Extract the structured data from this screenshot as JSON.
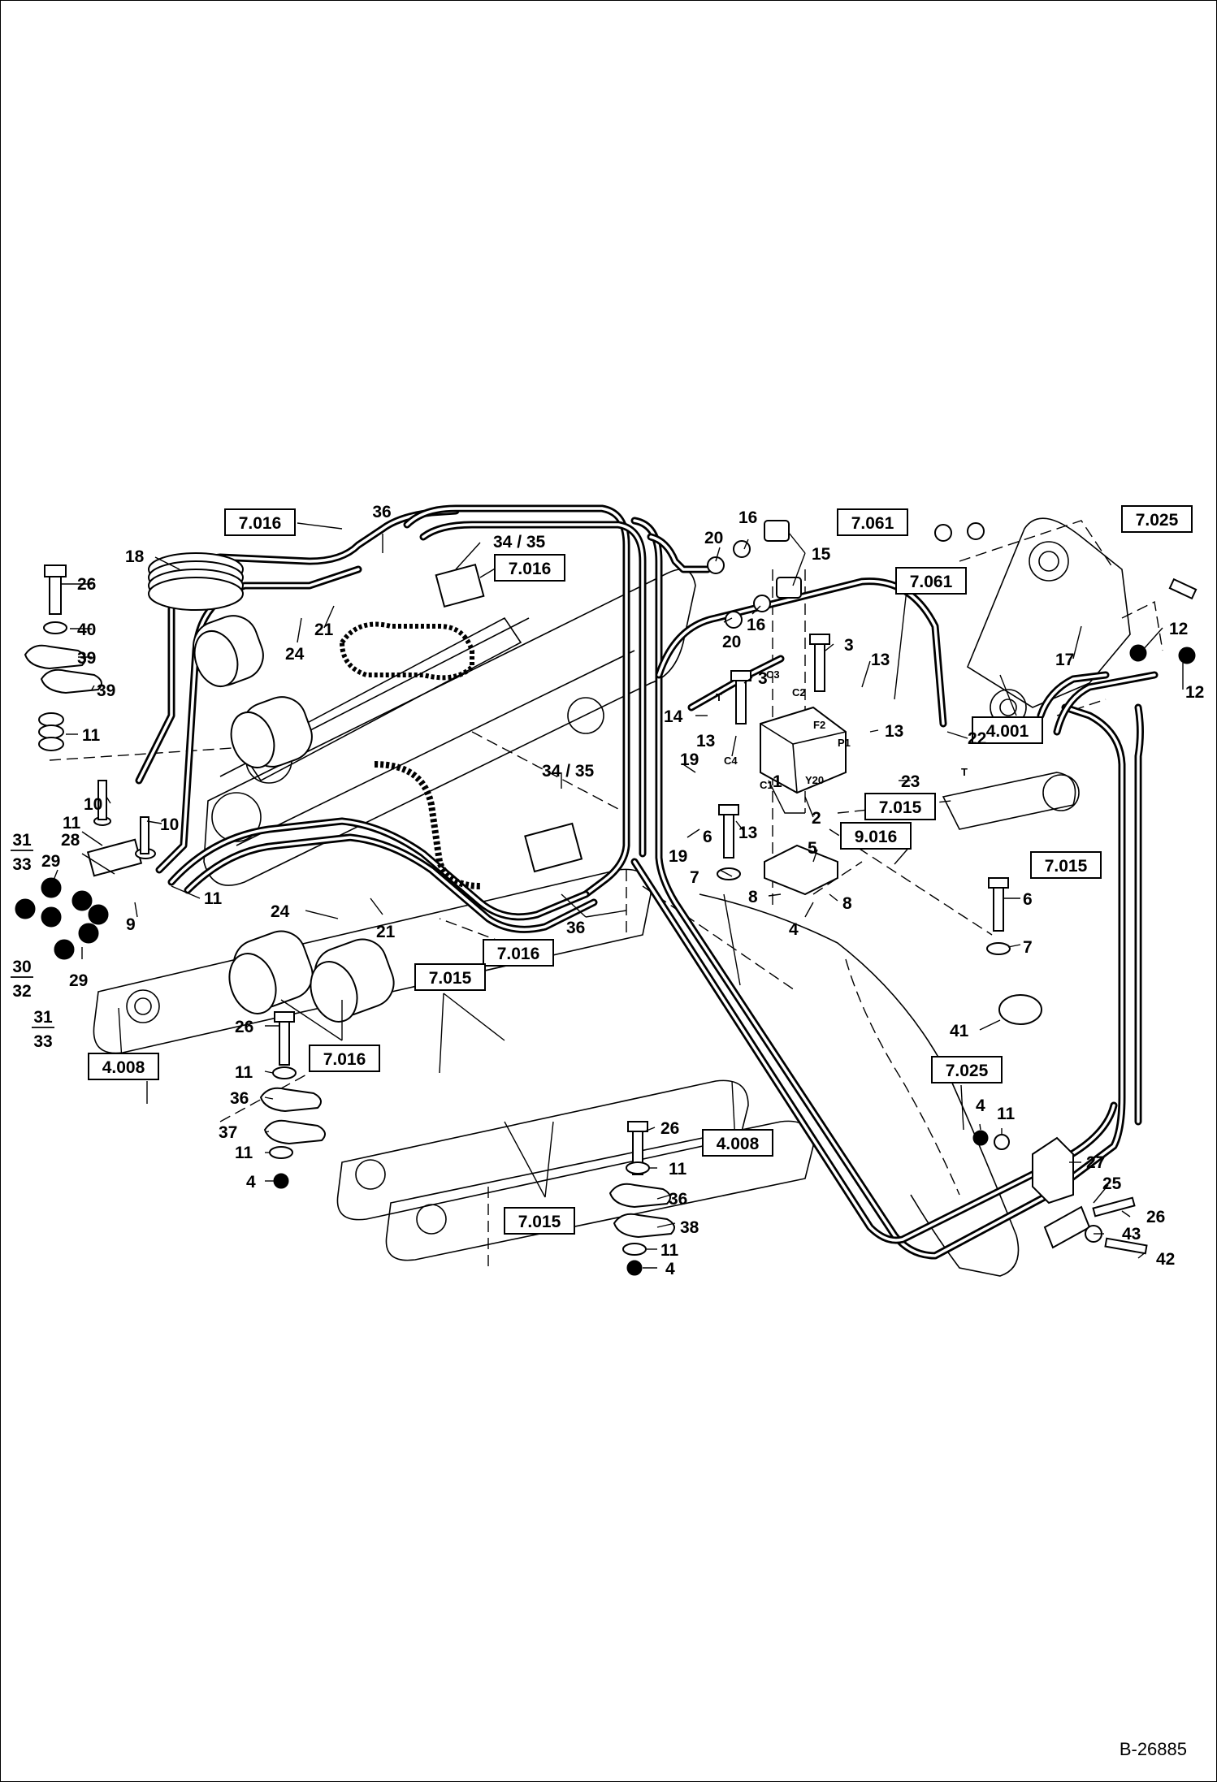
{
  "drawing_number": "B-26885",
  "reference_boxes": [
    {
      "id": "ref-7016-a",
      "label": "7.016"
    },
    {
      "id": "ref-7016-b",
      "label": "7.016"
    },
    {
      "id": "ref-7016-c",
      "label": "7.016"
    },
    {
      "id": "ref-7016-d",
      "label": "7.016"
    },
    {
      "id": "ref-7061-a",
      "label": "7.061"
    },
    {
      "id": "ref-7061-b",
      "label": "7.061"
    },
    {
      "id": "ref-7025-a",
      "label": "7.025"
    },
    {
      "id": "ref-7025-b",
      "label": "7.025"
    },
    {
      "id": "ref-4001",
      "label": "4.001"
    },
    {
      "id": "ref-7015-a",
      "label": "7.015"
    },
    {
      "id": "ref-7015-b",
      "label": "7.015"
    },
    {
      "id": "ref-7015-c",
      "label": "7.015"
    },
    {
      "id": "ref-7015-d",
      "label": "7.015"
    },
    {
      "id": "ref-9016",
      "label": "9.016"
    },
    {
      "id": "ref-4008-a",
      "label": "4.008"
    },
    {
      "id": "ref-4008-b",
      "label": "4.008"
    }
  ],
  "callouts": [
    {
      "id": "c36-top",
      "label": "36"
    },
    {
      "id": "c34-35-top",
      "label": "34 / 35"
    },
    {
      "id": "c18",
      "label": "18"
    },
    {
      "id": "c26-left",
      "label": "26"
    },
    {
      "id": "c40",
      "label": "40"
    },
    {
      "id": "c39-a",
      "label": "39"
    },
    {
      "id": "c39-b",
      "label": "39"
    },
    {
      "id": "c11-a",
      "label": "11"
    },
    {
      "id": "c21-top",
      "label": "21"
    },
    {
      "id": "c24-top",
      "label": "24"
    },
    {
      "id": "c20-top",
      "label": "20"
    },
    {
      "id": "c16-top",
      "label": "16"
    },
    {
      "id": "c15",
      "label": "15"
    },
    {
      "id": "c16-mid",
      "label": "16"
    },
    {
      "id": "c20-mid",
      "label": "20"
    },
    {
      "id": "c3-a",
      "label": "3"
    },
    {
      "id": "c3-b",
      "label": "3"
    },
    {
      "id": "c13-a",
      "label": "13"
    },
    {
      "id": "c14",
      "label": "14"
    },
    {
      "id": "c13-b",
      "label": "13"
    },
    {
      "id": "c13-c",
      "label": "13"
    },
    {
      "id": "c22",
      "label": "22"
    },
    {
      "id": "c23",
      "label": "23"
    },
    {
      "id": "c17",
      "label": "17"
    },
    {
      "id": "c12-a",
      "label": "12"
    },
    {
      "id": "c12-b",
      "label": "12"
    },
    {
      "id": "c34-35-mid",
      "label": "34 / 35"
    },
    {
      "id": "c19-a",
      "label": "19"
    },
    {
      "id": "c19-b",
      "label": "19"
    },
    {
      "id": "c1",
      "label": "1"
    },
    {
      "id": "c2",
      "label": "2"
    },
    {
      "id": "c13-d",
      "label": "13"
    },
    {
      "id": "c6-a",
      "label": "6"
    },
    {
      "id": "c7-a",
      "label": "7"
    },
    {
      "id": "c5",
      "label": "5"
    },
    {
      "id": "c8-a",
      "label": "8"
    },
    {
      "id": "c4-a",
      "label": "4"
    },
    {
      "id": "c8-b",
      "label": "8"
    },
    {
      "id": "c6-b",
      "label": "6"
    },
    {
      "id": "c7-b",
      "label": "7"
    },
    {
      "id": "c10-a",
      "label": "10"
    },
    {
      "id": "c10-b",
      "label": "10"
    },
    {
      "id": "c11-b",
      "label": "11"
    },
    {
      "id": "c28",
      "label": "28"
    },
    {
      "id": "c29-a",
      "label": "29"
    },
    {
      "id": "c9",
      "label": "9"
    },
    {
      "id": "c11-c",
      "label": "11"
    },
    {
      "id": "c29-b",
      "label": "29"
    },
    {
      "id": "c24-mid",
      "label": "24"
    },
    {
      "id": "c21-mid",
      "label": "21"
    },
    {
      "id": "c36-mid",
      "label": "36"
    },
    {
      "id": "c41",
      "label": "41"
    },
    {
      "id": "c26-b",
      "label": "26"
    },
    {
      "id": "c11-d",
      "label": "11"
    },
    {
      "id": "c36-b",
      "label": "36"
    },
    {
      "id": "c37",
      "label": "37"
    },
    {
      "id": "c11-e",
      "label": "11"
    },
    {
      "id": "c4-b",
      "label": "4"
    },
    {
      "id": "c26-c",
      "label": "26"
    },
    {
      "id": "c11-f",
      "label": "11"
    },
    {
      "id": "c36-c",
      "label": "36"
    },
    {
      "id": "c38",
      "label": "38"
    },
    {
      "id": "c11-g",
      "label": "11"
    },
    {
      "id": "c4-c",
      "label": "4"
    },
    {
      "id": "c4-d",
      "label": "4"
    },
    {
      "id": "c11-h",
      "label": "11"
    },
    {
      "id": "c27",
      "label": "27"
    },
    {
      "id": "c25",
      "label": "25"
    },
    {
      "id": "c26-d",
      "label": "26"
    },
    {
      "id": "c43",
      "label": "43"
    },
    {
      "id": "c42",
      "label": "42"
    }
  ],
  "fractions": [
    {
      "id": "f-31-33-top",
      "numerator": "31",
      "denominator": "33"
    },
    {
      "id": "f-30-32",
      "numerator": "30",
      "denominator": "32"
    },
    {
      "id": "f-31-33-bottom",
      "numerator": "31",
      "denominator": "33"
    }
  ],
  "port_labels": [
    {
      "id": "p-c3",
      "label": "C3"
    },
    {
      "id": "p-c2",
      "label": "C2"
    },
    {
      "id": "p-t-a",
      "label": "T"
    },
    {
      "id": "p-f2",
      "label": "F2"
    },
    {
      "id": "p-p1",
      "label": "P1"
    },
    {
      "id": "p-c4",
      "label": "C4"
    },
    {
      "id": "p-c1",
      "label": "C1"
    },
    {
      "id": "p-y20",
      "label": "Y20"
    },
    {
      "id": "p-t-b",
      "label": "T"
    }
  ]
}
